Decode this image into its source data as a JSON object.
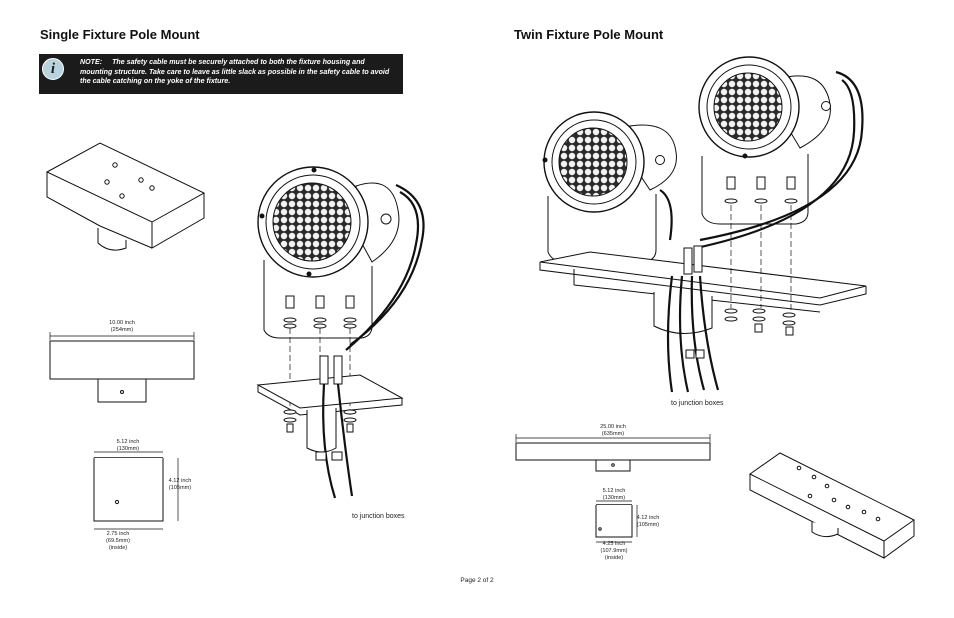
{
  "sections": {
    "single": {
      "title": "Single Fixture Pole Mount"
    },
    "twin": {
      "title": "Twin Fixture Pole Mount"
    }
  },
  "note": {
    "icon": "info-icon",
    "label": "NOTE:",
    "text": "The safety cable must be securely attached to both the fixture housing and mounting structure. Take care to leave as little slack as possible in the safety cable to avoid the cable catching on the yoke of the fixture."
  },
  "single_dims": {
    "length_inch": "10.00 inch",
    "length_mm": "(254mm)",
    "width_inch": "5.12 inch",
    "width_mm": "(130mm)",
    "height_inch": "4.12 inch",
    "height_mm": "(105mm)",
    "inside_inch": "2.75 inch",
    "inside_mm": "(69.5mm)",
    "inside_note": "(inside)"
  },
  "twin_dims": {
    "length_inch": "25.00 inch",
    "length_mm": "(635mm)",
    "width_inch": "5.12 inch",
    "width_mm": "(130mm)",
    "height_inch": "4.12 inch",
    "height_mm": "(105mm)",
    "inside_inch": "4.25 inch",
    "inside_mm": "(107.9mm)",
    "inside_note": "(inside)"
  },
  "captions": {
    "single_junction": "to junction boxes",
    "twin_junction": "to junction boxes"
  },
  "footer": {
    "page": "Page 2 of 2"
  }
}
